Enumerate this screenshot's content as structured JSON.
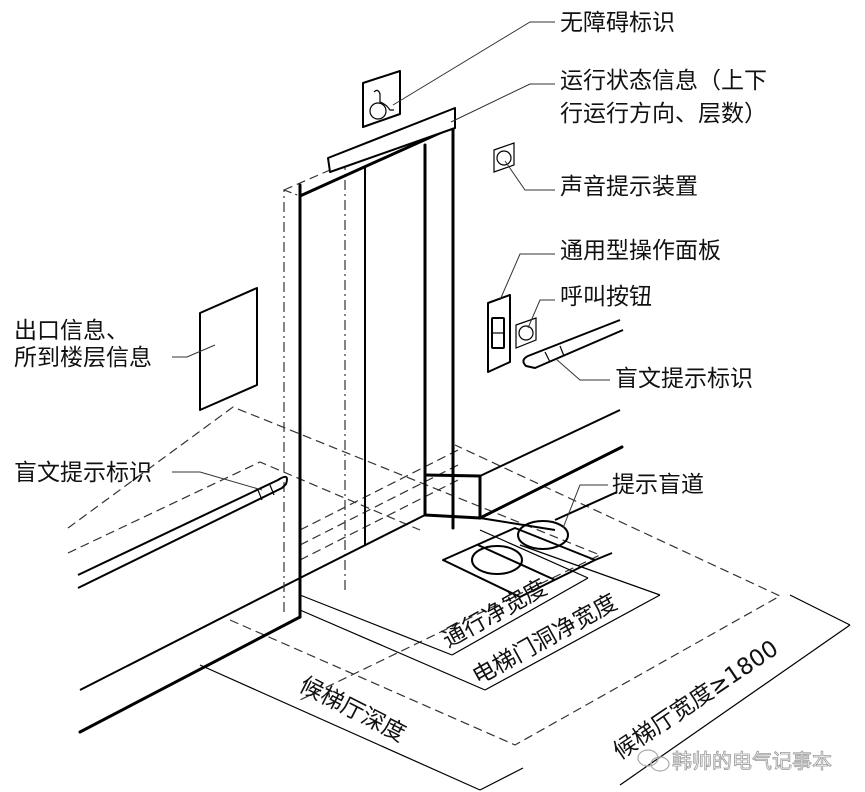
{
  "title": "无障碍电梯候梯厅示意图",
  "labels": {
    "accessibility_sign": "无障碍标识",
    "status_info_line1": "运行状态信息（上下",
    "status_info_line2": "行运行方向、层数）",
    "sound_device": "声音提示装置",
    "operation_panel": "通用型操作面板",
    "call_button": "呼叫按钮",
    "braille_right": "盲文提示标识",
    "exit_info_line1": "出口信息、",
    "exit_info_line2": "所到楼层信息",
    "braille_left": "盲文提示标识",
    "tactile_path": "提示盲道"
  },
  "dimensions": {
    "passage_clear_width": "通行净宽度",
    "door_opening_clear_width": "电梯门洞净宽度",
    "hall_depth": "候梯厅深度",
    "hall_width": "候梯厅宽度≥1800"
  },
  "watermark": {
    "icon": "wechat-icon",
    "text": "韩帅的电气记事本"
  },
  "colors": {
    "line": "#000000",
    "background": "#ffffff",
    "watermark": "#9a9a9a"
  }
}
